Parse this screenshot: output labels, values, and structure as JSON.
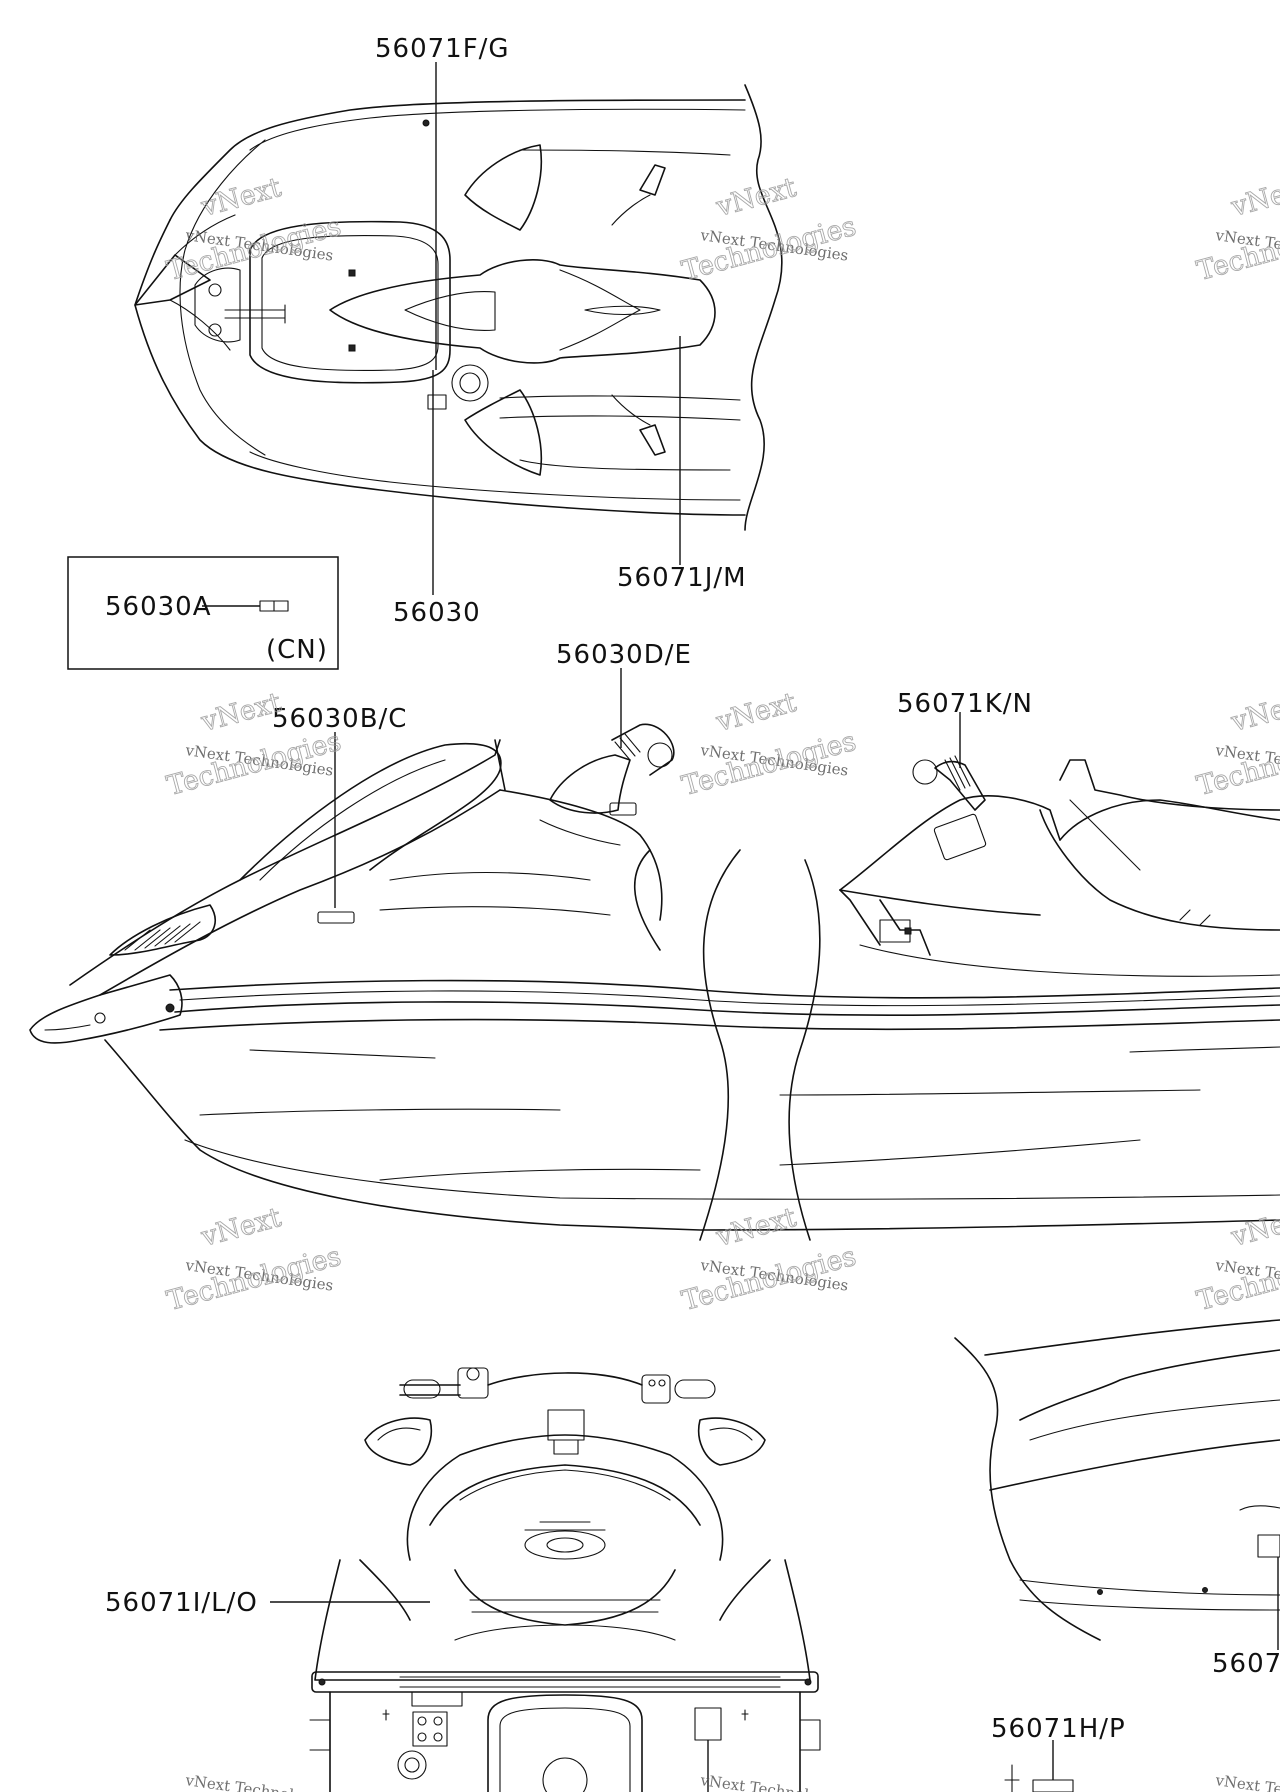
{
  "callouts": {
    "top_label": "56071F/G",
    "top_seat": "56030",
    "top_handlebar": "56071J/M",
    "inset_part": "56030A",
    "inset_region": "(CN)",
    "side_bow": "56030B/C",
    "side_steering": "56030D/E",
    "side_console": "56071K/N",
    "rear_panel": "56071I/L/O",
    "right_hull": "5607",
    "rear_small": "56071H/P"
  },
  "watermark": {
    "small": "vNext Technologies",
    "large": "Technologies",
    "mark": "vNext"
  }
}
